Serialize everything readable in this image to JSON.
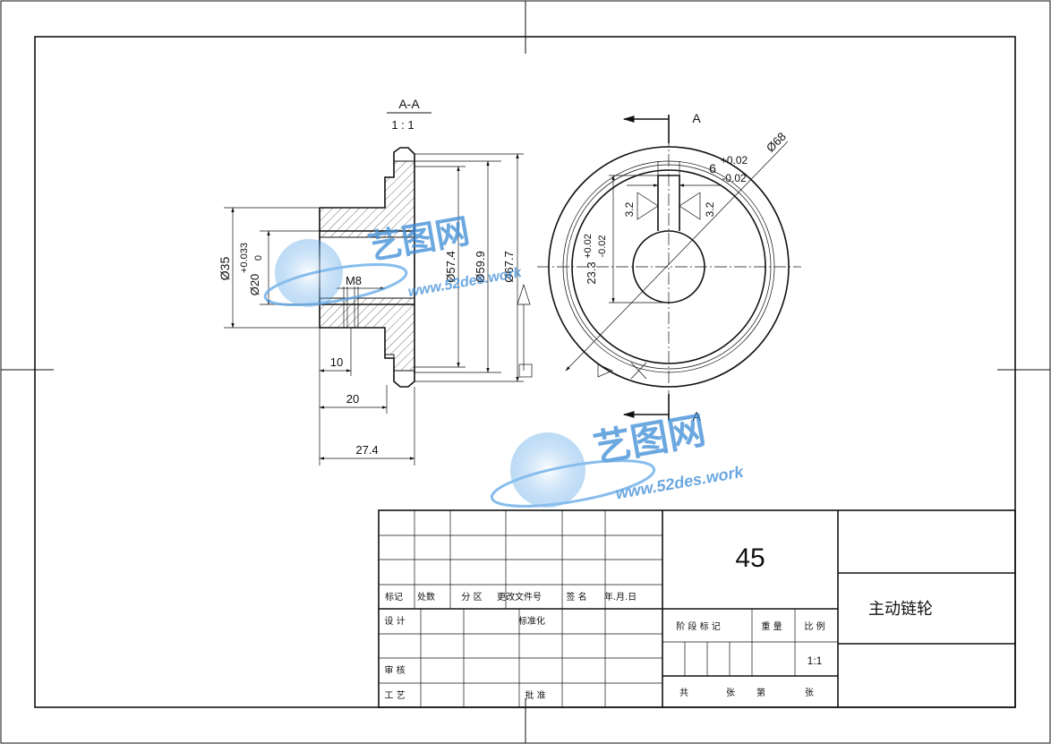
{
  "section": {
    "label": "A-A",
    "scale": "1 : 1"
  },
  "cut_markers": {
    "top": "A",
    "bottom": "A"
  },
  "dimensions": {
    "d35": "Ø35",
    "d20_base": "Ø20",
    "d20_tol_upper": "+0.033",
    "d20_tol_lower": "0",
    "thread": "M8",
    "len10": "10",
    "len20": "20",
    "len27": "27.4",
    "d57": "Ø57.4",
    "d59": "Ø59.9",
    "d67": "Ø67.7",
    "d68": "Ø68",
    "key_width": "6",
    "key_tol_upper": "+0.02",
    "key_tol_lower": "-0.02",
    "key_depth": "23.3",
    "depth_tol_upper": "+0.02",
    "depth_tol_lower": "-0.02",
    "rough_left": "3.2",
    "rough_right": "3.2"
  },
  "title_block": {
    "material": "45",
    "part_name": "主动链轮",
    "rev_headers": [
      "标记",
      "处数",
      "分 区",
      "更改文件号",
      "签 名",
      "年.月.日"
    ],
    "design": "设 计",
    "standardize": "标准化",
    "review": "审 核",
    "process": "工 艺",
    "approve": "批 准",
    "stage_mark": "阶 段 标 记",
    "weight": "重 量",
    "scale_label": "比 例",
    "scale_value": "1:1",
    "sheet_total": "共",
    "sheet_unit": "张",
    "sheet_no": "第",
    "sheet_unit2": "张"
  },
  "watermark": {
    "brand": "艺图网",
    "url": "www.52des.work"
  }
}
